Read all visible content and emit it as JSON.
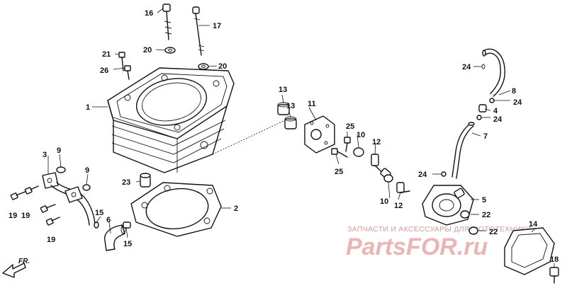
{
  "diagram": {
    "callouts": {
      "c1": "1",
      "c2": "2",
      "c3": "3",
      "c4": "4",
      "c5": "5",
      "c6": "6",
      "c7": "7",
      "c8": "8",
      "c9a": "9",
      "c9b": "9",
      "c10a": "10",
      "c10b": "10",
      "c11": "11",
      "c12a": "12",
      "c12b": "12",
      "c13a": "13",
      "c13b": "13",
      "c14": "14",
      "c15a": "15",
      "c15b": "15",
      "c16": "16",
      "c17": "17",
      "c18": "18",
      "c19a": "19",
      "c19b": "19",
      "c19c": "19",
      "c20a": "20",
      "c20b": "20",
      "c21": "21",
      "c22a": "22",
      "c22b": "22",
      "c23": "23",
      "c24a": "24",
      "c24b": "24",
      "c24c": "24",
      "c24d": "24",
      "c25a": "25",
      "c25b": "25",
      "c26": "26"
    },
    "direction_label": "FR."
  },
  "watermark": {
    "caption": "ЗАПЧАСТИ И АКСЕССУАРЫ ДЛЯ МОТОТЕХНИКИ",
    "logo": "PartsFOR.ru"
  }
}
